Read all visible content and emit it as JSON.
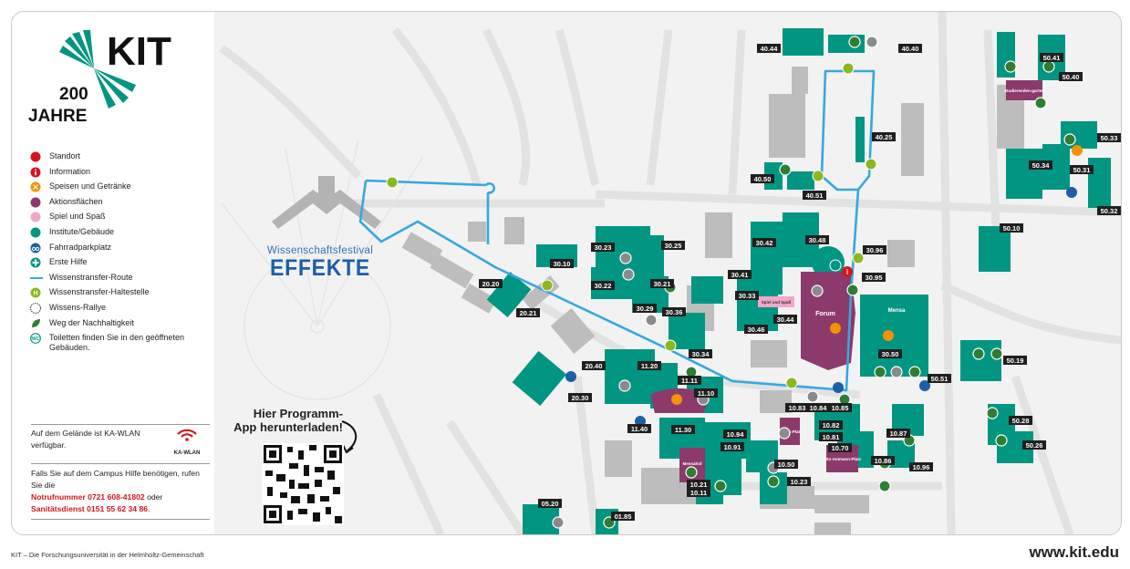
{
  "logo": {
    "brand": "KIT",
    "years": "200",
    "word": "JAHRE"
  },
  "festival": {
    "line1": "Wissenschaftsfestival",
    "line2": "EFFEKTE"
  },
  "legend": [
    {
      "icon": "standort-dot-icon",
      "label": "Standort",
      "color": "#d4151f"
    },
    {
      "icon": "information-icon",
      "label": "Information",
      "color": "#d4151f"
    },
    {
      "icon": "food-drink-icon",
      "label": "Speisen und Getränke",
      "color": "#f39200"
    },
    {
      "icon": "action-area-icon",
      "label": "Aktionsflächen",
      "color": "#8c3a6b"
    },
    {
      "icon": "play-fun-icon",
      "label": "Spiel und Spaß",
      "color": "#f1a7c9"
    },
    {
      "icon": "institute-icon",
      "label": "Institute/Gebäude",
      "color": "#009682"
    },
    {
      "icon": "bike-parking-icon",
      "label": "Fahrradparkplatz",
      "color": "#1c5ea8"
    },
    {
      "icon": "first-aid-icon",
      "label": "Erste Hilfe",
      "color": "#009682"
    },
    {
      "icon": "route-line-icon",
      "label": "Wissenstransfer-Route",
      "color": "#35a8e0"
    },
    {
      "icon": "bus-stop-icon",
      "label": "Wissenstransfer-Haltestelle",
      "color": "#8cb81f"
    },
    {
      "icon": "rally-icon",
      "label": "Wissens-Rallye",
      "color": "#555555"
    },
    {
      "icon": "leaf-icon",
      "label": "Weg der Nachhaltigkeit",
      "color": "#2f7d33"
    },
    {
      "icon": "wc-icon",
      "label": "Toiletten finden Sie in den geöffneten Gebäuden.",
      "color": "#009682"
    }
  ],
  "info": {
    "wlan_text": "Auf dem Gelände ist KA-WLAN verfügbar.",
    "wlan_badge": "KA-WLAN",
    "help_text": "Falls Sie auf dem Campus Hilfe benötigen, rufen Sie die",
    "emergency_label": "Notrufnummer 0721 608-41802",
    "connector": "oder",
    "medic_label": "Sanitätsdienst 0151 55 62 34 86",
    "end": "."
  },
  "app": {
    "title": "Hier Programm-App herunterladen!"
  },
  "footer": {
    "tagline": "KIT – Die Forschungsuniversität in der Helmholtz-Gemeinschaft",
    "url": "www.kit.edu"
  },
  "areas": {
    "forum": "Forum",
    "mensa": "Mensa",
    "play_area": "Spiel und Spaß",
    "studierenden": "Studierenden-garten",
    "mensa_small": "Mensahof",
    "physik": "Physik-Platz",
    "otto": "Otto-Ammann-Platz"
  },
  "buildings": [
    "40.44",
    "40.40",
    "50.41",
    "50.40",
    "40.25",
    "50.33",
    "50.34",
    "50.31",
    "40.50",
    "40.51",
    "50.32",
    "30.23",
    "30.25",
    "30.42",
    "30.48",
    "50.10",
    "30.96",
    "30.10",
    "30.95",
    "30.21",
    "30.22",
    "30.41",
    "20.20",
    "30.33",
    "20.21",
    "30.29",
    "30.36",
    "30.44",
    "30.46",
    "30.50",
    "50.19",
    "30.34",
    "20.40",
    "11.20",
    "11.11",
    "20.30",
    "50.51",
    "11.10",
    "10.84",
    "10.85",
    "10.83",
    "11.40",
    "11.30",
    "10.82",
    "10.87",
    "50.28",
    "10.94",
    "10.81",
    "50.26",
    "10.91",
    "10.70",
    "10.86",
    "10.96",
    "10.50",
    "10.23",
    "10.21",
    "10.11",
    "05.20",
    "01.85"
  ]
}
